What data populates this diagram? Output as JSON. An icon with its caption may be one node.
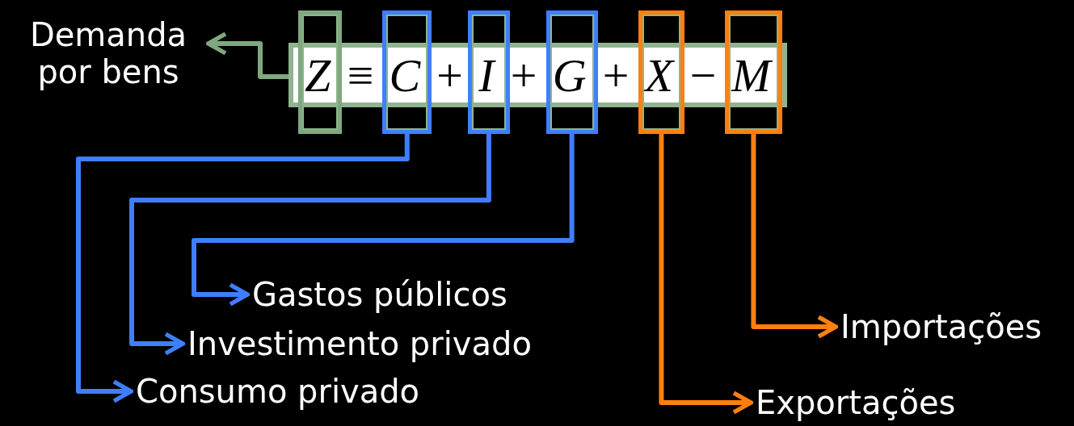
{
  "diagram": {
    "nodes": [
      {
        "text": [
          "Z ≡ C + I + G + X − M"
        ]
      },
      {
        "text": [],
        "shape": "box"
      },
      {
        "text": [],
        "shape": "box"
      },
      {
        "text": [],
        "shape": "box"
      },
      {
        "text": [],
        "shape": "box"
      },
      {
        "text": [],
        "shape": "box"
      },
      {
        "text": [],
        "shape": "box"
      },
      {
        "text": [
          "Demanda por bens"
        ]
      },
      {
        "text": [
          "Gastos públicos"
        ]
      },
      {
        "text": [
          "Investimento privado"
        ]
      },
      {
        "text": [
          "Consumo privado"
        ]
      },
      {
        "text": [
          "Importações"
        ]
      },
      {
        "text": [
          "Exportações"
        ]
      }
    ],
    "edges": [
      {
        "from": 1,
        "to": 7,
        "arrow": "to",
        "color": "#7fa87f"
      },
      {
        "from": 2,
        "to": 10,
        "arrow": "to",
        "color": "#3f7fff"
      },
      {
        "from": 3,
        "to": 9,
        "arrow": "to",
        "color": "#3f7fff"
      },
      {
        "from": 4,
        "to": 8,
        "arrow": "to",
        "color": "#3f7fff"
      },
      {
        "from": 5,
        "to": 12,
        "arrow": "to",
        "color": "#ff7f0f"
      },
      {
        "from": 6,
        "to": 11,
        "arrow": "to",
        "color": "#ff7f0f"
      }
    ]
  }
}
